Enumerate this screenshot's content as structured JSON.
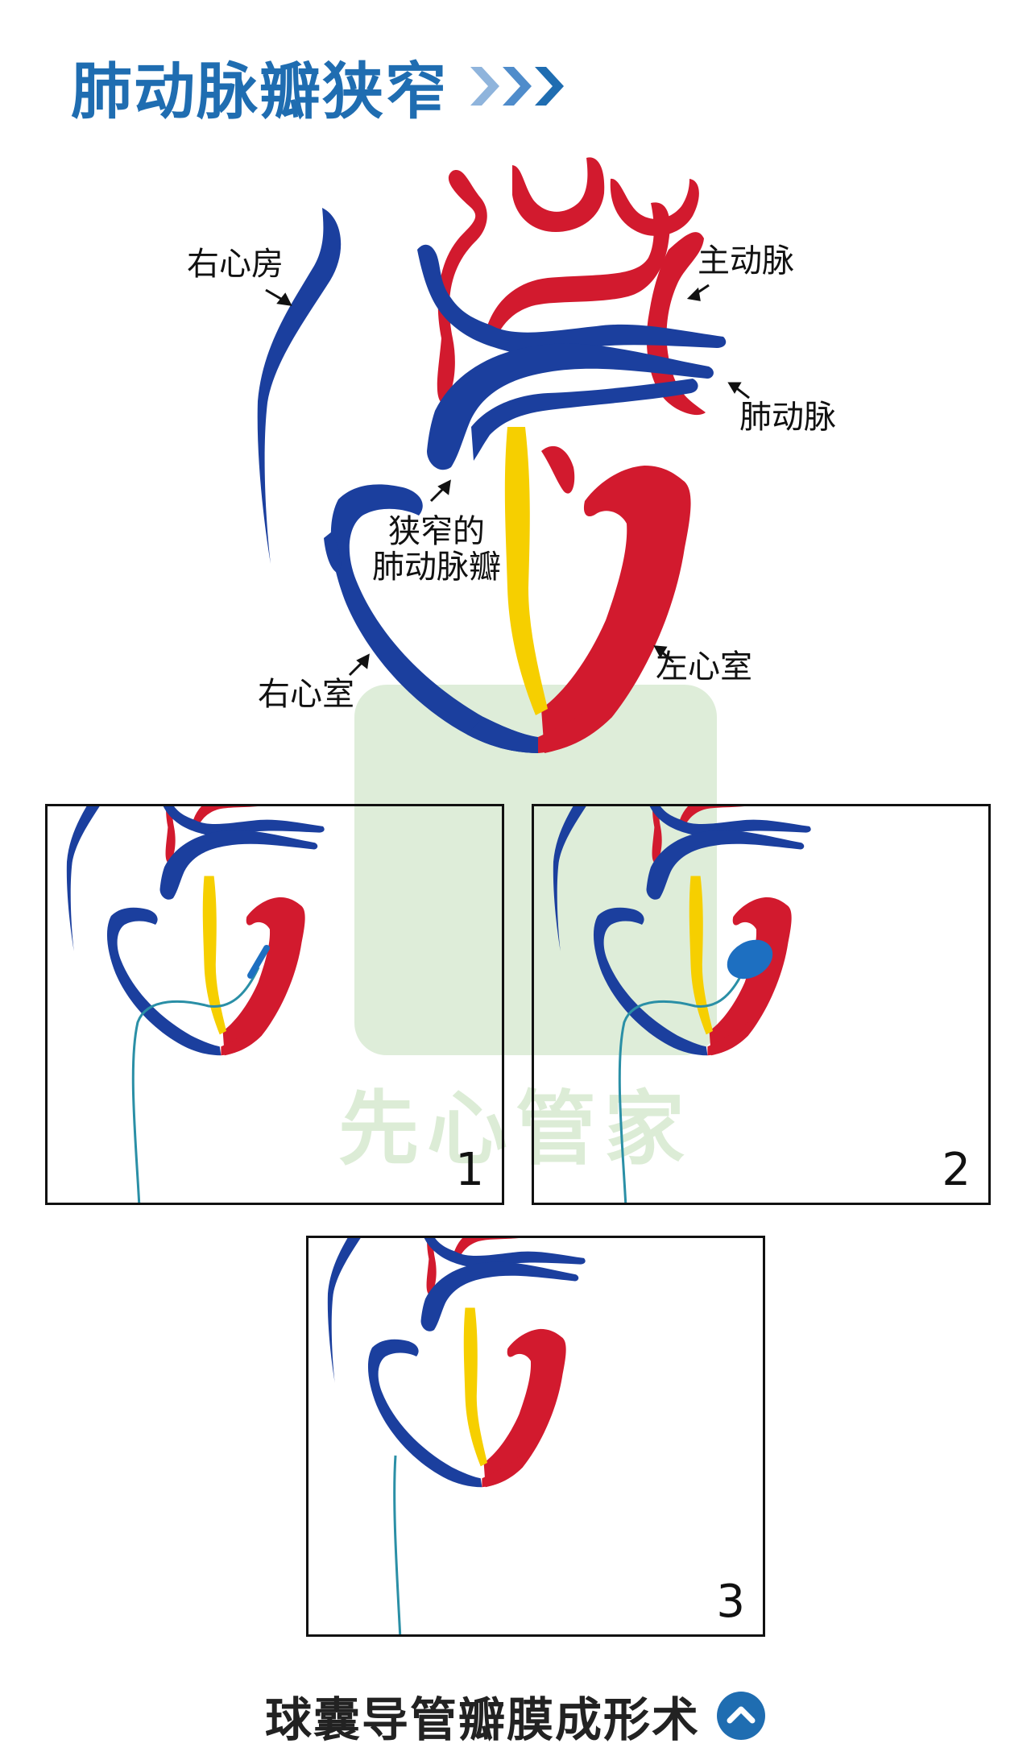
{
  "title": "肺动脉瓣狭窄",
  "labels": {
    "right_atrium": "右心房",
    "aorta": "主动脉",
    "pulmonary_artery": "肺动脉",
    "stenotic_valve_line1": "狭窄的",
    "stenotic_valve_line2": "肺动脉瓣",
    "right_ventricle": "右心室",
    "left_ventricle": "左心室"
  },
  "watermark": "先心管家",
  "panels": [
    "1",
    "2",
    "3"
  ],
  "footer": "球囊导管瓣膜成形术",
  "icons": {
    "title_icon": "triple-chevron-right-icon",
    "footer_icon": "chevron-up-circle-icon"
  },
  "colors": {
    "blue": "#1b3f9e",
    "red": "#d21a2e",
    "yellow": "#f6cf00",
    "title": "#1f6db1",
    "catheter": "#2a8fa6",
    "balloon": "#1d6fc1"
  }
}
